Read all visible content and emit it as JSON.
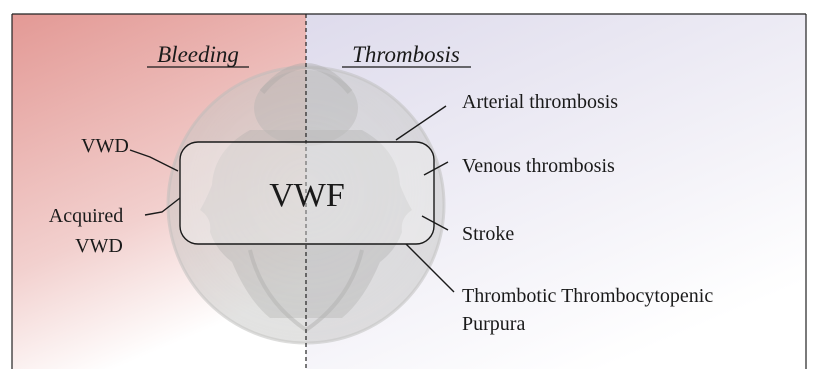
{
  "panel_left": {
    "heading": "Bleeding",
    "color": "#e9a3a0"
  },
  "panel_right": {
    "heading": "Thrombosis",
    "color": "#e8e6f2"
  },
  "center": {
    "label": "VWF"
  },
  "left_labels": [
    {
      "lines": [
        "VWD"
      ]
    },
    {
      "lines": [
        "Acquired",
        "VWD"
      ]
    }
  ],
  "right_labels": [
    {
      "lines": [
        "Arterial thrombosis"
      ]
    },
    {
      "lines": [
        "Venous thrombosis"
      ]
    },
    {
      "lines": [
        "Stroke"
      ]
    },
    {
      "lines": [
        "Thrombotic Thrombocytopenic",
        "Purpura"
      ]
    }
  ],
  "background_image": {
    "icon": "janus-coin-icon"
  }
}
